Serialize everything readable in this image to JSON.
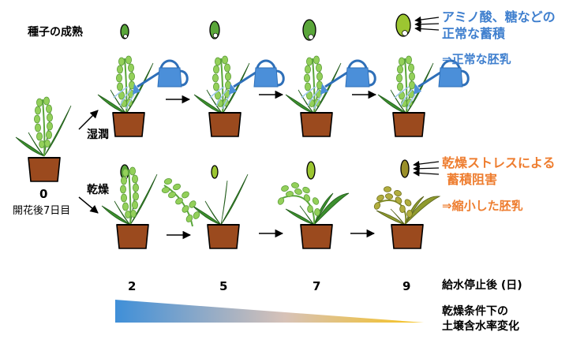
{
  "labels": {
    "seed_maturation": "種子の成熟",
    "wet": "湿潤",
    "dry": "乾燥",
    "day_zero": "0",
    "day_zero_caption": "開花後7日目",
    "x_axis_label": "給水停止後 (日)",
    "gradient_caption_line1": "乾燥条件下の",
    "gradient_caption_line2": "土壌含水率変化"
  },
  "days": [
    "2",
    "5",
    "7",
    "9"
  ],
  "wet_outcome": {
    "line1": "アミノ酸、糖などの",
    "line2": "正常な蓄積",
    "result": "⇒正常な胚乳"
  },
  "dry_outcome": {
    "line1": "乾燥ストレスによる",
    "line2": "蓄積阻害",
    "result": "⇒縮小した胚乳"
  },
  "colors": {
    "wet_text": "#3f7fce",
    "dry_text": "#ee7d2f",
    "leaf": "#3c8f2e",
    "panicle": "#93d05a",
    "pot": "#9b4a1e",
    "watering_can": "#4b8fd9",
    "gradient_start": "#3f8fd8",
    "gradient_end": "#f7c21a"
  },
  "icons": [
    "seed-icon",
    "plant-icon",
    "pot-icon",
    "watering-can-icon",
    "arrow-icon"
  ]
}
